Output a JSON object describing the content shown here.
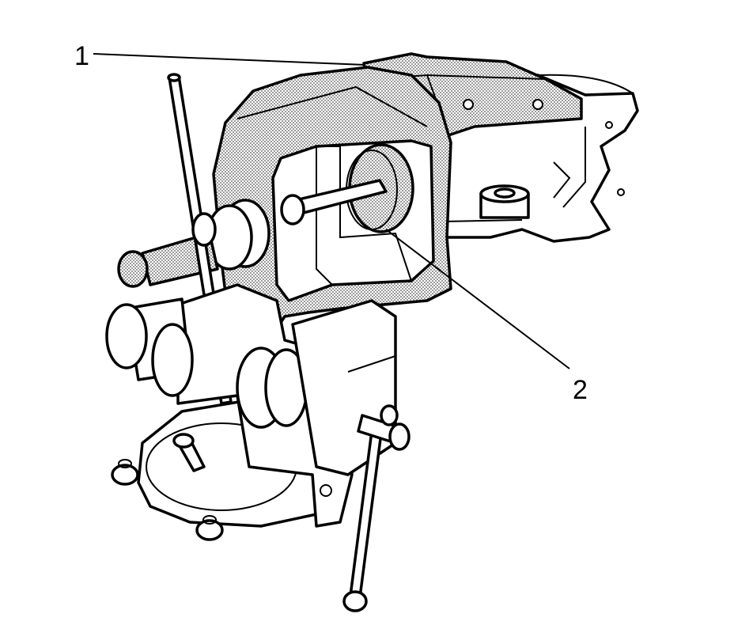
{
  "diagram": {
    "callouts": [
      {
        "id": "1",
        "label": "1"
      },
      {
        "id": "2",
        "label": "2"
      }
    ],
    "colors": {
      "ink": "#000000",
      "paper": "#ffffff",
      "stipple": "#9a9a9a"
    }
  }
}
